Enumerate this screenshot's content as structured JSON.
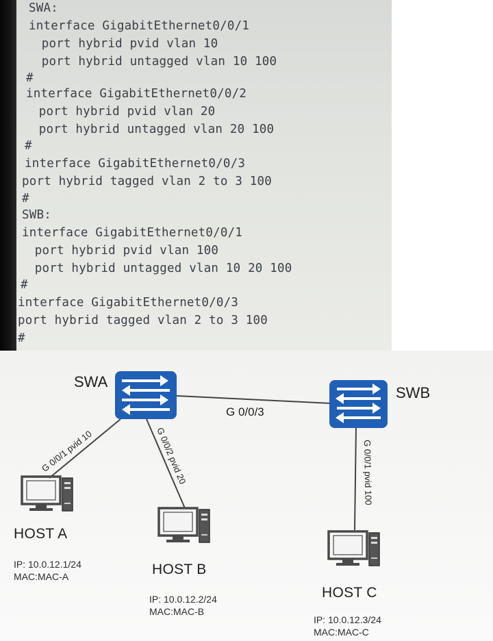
{
  "config": {
    "lines": [
      "SWA:",
      "interface GigabitEthernet0/0/1",
      " port hybrid pvid vlan 10",
      " port hybrid untagged vlan 10 100",
      "#",
      "interface GigabitEthernet0/0/2",
      " port hybrid pvid vlan 20",
      " port hybrid untagged vlan 20 100",
      "#",
      "interface GigabitEthernet0/0/3",
      "port hybrid tagged vlan 2 to 3 100",
      "#",
      "SWB:",
      "interface GigabitEthernet0/0/1",
      " port hybrid pvid vlan 100",
      " port hybrid untagged vlan 10 20 100",
      "#",
      "interface GigabitEthernet0/0/3",
      "port hybrid tagged vlan 2 to 3 100",
      "#"
    ]
  },
  "topology": {
    "swa": {
      "label": "SWA"
    },
    "swb": {
      "label": "SWB"
    },
    "links": {
      "swa_swb": "G 0/0/3",
      "swa_host_a": "G 0/0/1 pvid 10",
      "swa_host_b": "G 0/0/2 pvid 20",
      "swb_host_c": "G 0/0/1 pvid 100"
    },
    "host_a": {
      "name": "HOST A",
      "ip": "IP:  10.0.12.1/24",
      "mac": "MAC:MAC-A"
    },
    "host_b": {
      "name": "HOST B",
      "ip": "IP:  10.0.12.2/24",
      "mac": "MAC:MAC-B"
    },
    "host_c": {
      "name": "HOST C",
      "ip": "IP:  10.0.12.3/24",
      "mac": "MAC:MAC-C"
    }
  },
  "colors": {
    "switch_fill": "#1f5fb6",
    "link": "#444444"
  },
  "icons": {
    "switch": "switch-arrows-icon",
    "host": "desktop-computer-icon"
  }
}
